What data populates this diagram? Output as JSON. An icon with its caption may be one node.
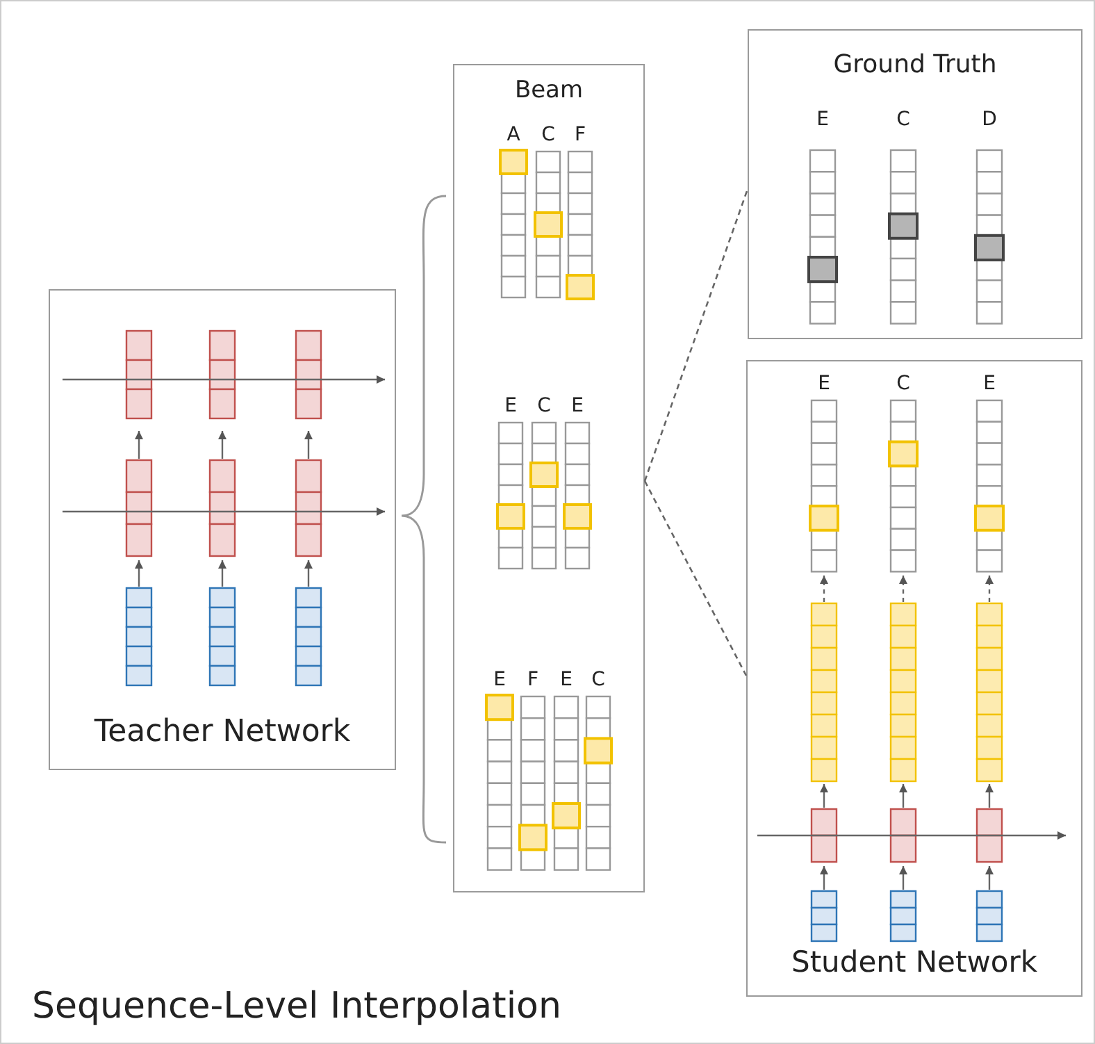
{
  "diagram": {
    "title": "Sequence-Level Interpolation",
    "nodes": [
      {
        "text": [
          "Teacher Network"
        ]
      },
      {
        "text": [
          "Beam"
        ]
      },
      {
        "text": [
          "Ground Truth"
        ]
      },
      {
        "text": [
          "Student Network"
        ]
      }
    ],
    "edges": [
      {
        "from": 1,
        "to": 2,
        "arrow": "none",
        "style": "dashed"
      },
      {
        "from": 1,
        "to": 3,
        "arrow": "none",
        "style": "dashed"
      }
    ],
    "labels": [
      "A",
      "C",
      "F",
      "E",
      "C",
      "E",
      "E",
      "F",
      "E",
      "C",
      "E",
      "C",
      "D",
      "E",
      "C",
      "E"
    ]
  }
}
